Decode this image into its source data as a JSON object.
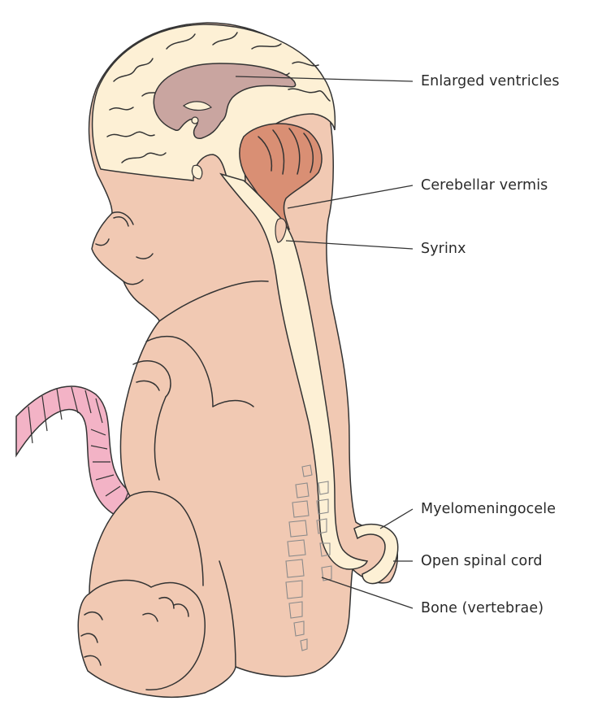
{
  "figure": {
    "labels": {
      "enlarged_ventricles": "Enlarged ventricles",
      "cerebellar_vermis": "Cerebellar vermis",
      "syrinx": "Syrinx",
      "myelomeningocele": "Myelomeningocele",
      "open_spinal_cord": "Open spinal cord",
      "bone_vertebrae": "Bone (vertebrae)"
    },
    "colors": {
      "skin": "#f1c9b3",
      "brain_and_cord": "#fdf0d5",
      "ventricles": "#c9a5a0",
      "cerebellum": "#d98f74",
      "umbilical_cord": "#f3b3c6",
      "outline": "#333333"
    }
  }
}
